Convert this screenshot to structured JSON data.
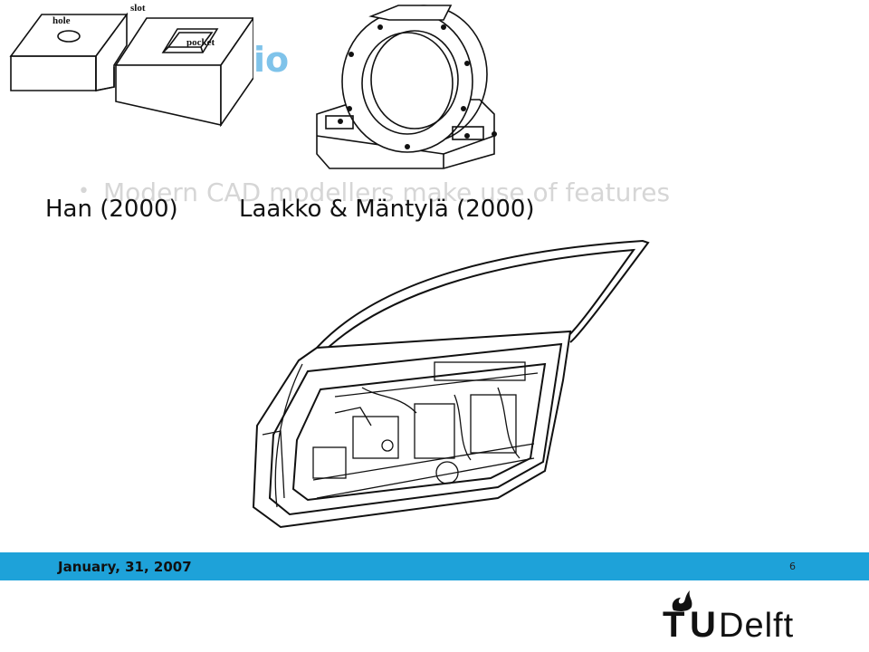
{
  "slide": {
    "title_fragment": "io",
    "bullet_text": "Modern CAD modellers make use of features",
    "caption_left": "Han (2000)",
    "caption_right": "Laakko & Mäntylä (2000)"
  },
  "figures": {
    "block_labels": {
      "hole": "hole",
      "slot": "slot",
      "pocket": "pocket"
    }
  },
  "footer": {
    "date": "January, 31, 2007",
    "page_number": "6",
    "bar_color": "#1ea2d9"
  },
  "logo": {
    "t": "T",
    "u": "U",
    "delft": "Delft",
    "icon": "flame-icon"
  }
}
